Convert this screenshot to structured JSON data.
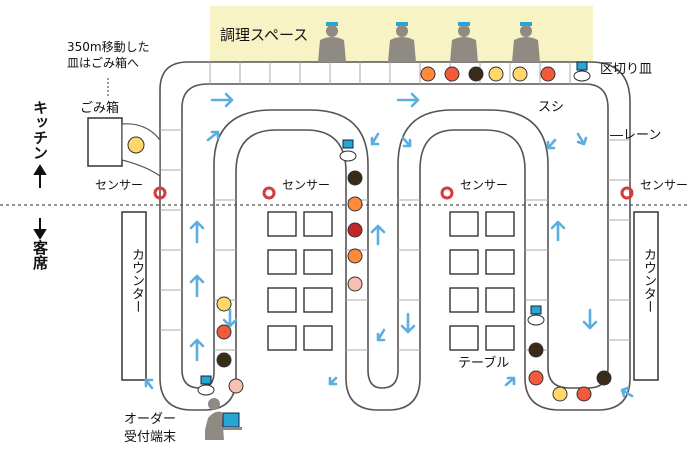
{
  "labels": {
    "cooking_space": "調理スペース",
    "disposal_note_line1": "350m移動した",
    "disposal_note_line2": "皿はごみ箱へ",
    "trash_box": "ごみ箱",
    "divider_plate": "区切り皿",
    "sushi": "スシ",
    "lane": "レーン",
    "kitchen": "キッチン",
    "seats": "客席",
    "sensor": "センサー",
    "counter": "カウンター",
    "table": "テーブル",
    "order_terminal_line1": "オーダー",
    "order_terminal_line2": "受付端末"
  },
  "colors": {
    "arrow": "#5aaee0",
    "lane_fill": "#ffffff",
    "lane_stroke": "#555555",
    "cook_band": "#f8f3c4",
    "sensor": "#d43b3b",
    "chef": "#8f8a82",
    "chef_hat": "#27a6d2"
  }
}
